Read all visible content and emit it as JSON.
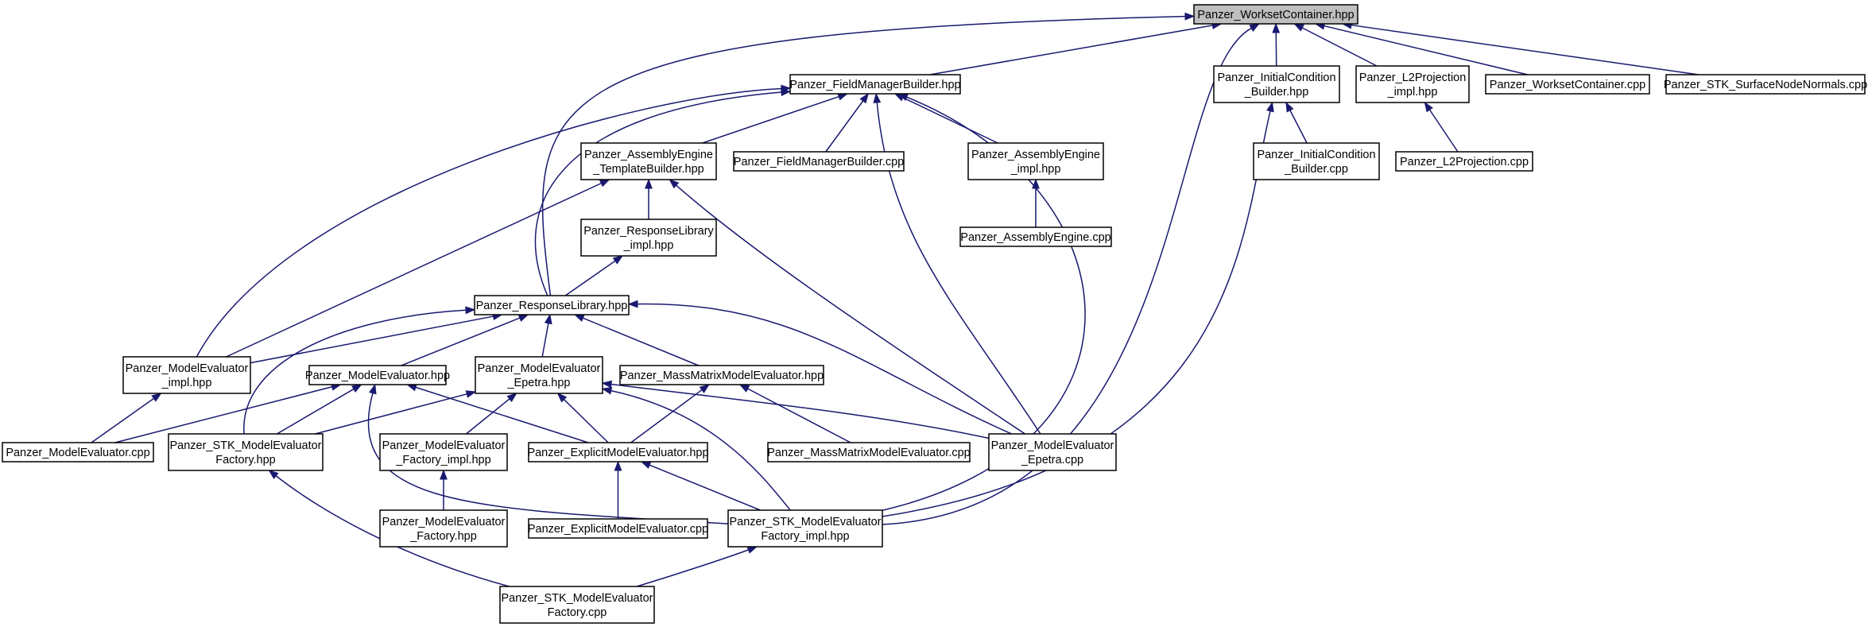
{
  "graph": {
    "kind": "include-dependency-graph",
    "colors": {
      "edge": "#191970",
      "node_border": "#000000",
      "node_fill": "#ffffff",
      "root_fill": "#bfbfbf"
    },
    "nodes": {
      "workset_hpp": {
        "lines": [
          "Panzer_WorksetContainer.hpp"
        ],
        "root": true
      },
      "fmb_hpp": {
        "lines": [
          "Panzer_FieldManagerBuilder.hpp"
        ]
      },
      "initcond_hpp": {
        "lines": [
          "Panzer_InitialCondition",
          "_Builder.hpp"
        ]
      },
      "l2proj_hpp": {
        "lines": [
          "Panzer_L2Projection",
          "_impl.hpp"
        ]
      },
      "workset_cpp": {
        "lines": [
          "Panzer_WorksetContainer.cpp"
        ]
      },
      "stk_surface_cpp": {
        "lines": [
          "Panzer_STK_SurfaceNodeNormals.cpp"
        ]
      },
      "ae_tb_hpp": {
        "lines": [
          "Panzer_AssemblyEngine",
          "_TemplateBuilder.hpp"
        ]
      },
      "fmb_cpp": {
        "lines": [
          "Panzer_FieldManagerBuilder.cpp"
        ]
      },
      "ae_impl_hpp": {
        "lines": [
          "Panzer_AssemblyEngine",
          "_impl.hpp"
        ]
      },
      "initcond_cpp": {
        "lines": [
          "Panzer_InitialCondition",
          "_Builder.cpp"
        ]
      },
      "l2proj_cpp": {
        "lines": [
          "Panzer_L2Projection.cpp"
        ]
      },
      "rl_impl_hpp": {
        "lines": [
          "Panzer_ResponseLibrary",
          "_impl.hpp"
        ]
      },
      "ae_cpp": {
        "lines": [
          "Panzer_AssemblyEngine.cpp"
        ]
      },
      "rl_hpp": {
        "lines": [
          "Panzer_ResponseLibrary.hpp"
        ]
      },
      "me_impl_hpp": {
        "lines": [
          "Panzer_ModelEvaluator",
          "_impl.hpp"
        ]
      },
      "me_hpp": {
        "lines": [
          "Panzer_ModelEvaluator.hpp"
        ]
      },
      "me_epetra_hpp": {
        "lines": [
          "Panzer_ModelEvaluator",
          "_Epetra.hpp"
        ]
      },
      "mm_me_hpp": {
        "lines": [
          "Panzer_MassMatrixModelEvaluator.hpp"
        ]
      },
      "me_cpp": {
        "lines": [
          "Panzer_ModelEvaluator.cpp"
        ]
      },
      "stk_mef_hpp": {
        "lines": [
          "Panzer_STK_ModelEvaluator",
          "Factory.hpp"
        ]
      },
      "mef_impl_hpp": {
        "lines": [
          "Panzer_ModelEvaluator",
          "_Factory_impl.hpp"
        ]
      },
      "eme_hpp": {
        "lines": [
          "Panzer_ExplicitModelEvaluator.hpp"
        ]
      },
      "mm_me_cpp": {
        "lines": [
          "Panzer_MassMatrixModelEvaluator.cpp"
        ]
      },
      "me_epetra_cpp": {
        "lines": [
          "Panzer_ModelEvaluator",
          "_Epetra.cpp"
        ]
      },
      "mef_hpp": {
        "lines": [
          "Panzer_ModelEvaluator",
          "_Factory.hpp"
        ]
      },
      "eme_cpp": {
        "lines": [
          "Panzer_ExplicitModelEvaluator.cpp"
        ]
      },
      "stk_mef_impl_hpp": {
        "lines": [
          "Panzer_STK_ModelEvaluator",
          "Factory_impl.hpp"
        ]
      },
      "stk_mef_cpp": {
        "lines": [
          "Panzer_STK_ModelEvaluator",
          "Factory.cpp"
        ]
      }
    },
    "edges": [
      {
        "from": "fmb_hpp",
        "to": "workset_hpp"
      },
      {
        "from": "initcond_hpp",
        "to": "workset_hpp"
      },
      {
        "from": "l2proj_hpp",
        "to": "workset_hpp"
      },
      {
        "from": "workset_cpp",
        "to": "workset_hpp"
      },
      {
        "from": "stk_surface_cpp",
        "to": "workset_hpp"
      },
      {
        "from": "rl_hpp",
        "to": "workset_hpp"
      },
      {
        "from": "stk_mef_impl_hpp",
        "to": "workset_hpp"
      },
      {
        "from": "ae_tb_hpp",
        "to": "fmb_hpp"
      },
      {
        "from": "fmb_cpp",
        "to": "fmb_hpp"
      },
      {
        "from": "ae_impl_hpp",
        "to": "fmb_hpp"
      },
      {
        "from": "rl_hpp",
        "to": "fmb_hpp"
      },
      {
        "from": "me_impl_hpp",
        "to": "fmb_hpp"
      },
      {
        "from": "me_epetra_cpp",
        "to": "fmb_hpp"
      },
      {
        "from": "stk_mef_impl_hpp",
        "to": "fmb_hpp"
      },
      {
        "from": "initcond_cpp",
        "to": "initcond_hpp"
      },
      {
        "from": "stk_mef_impl_hpp",
        "to": "initcond_hpp"
      },
      {
        "from": "l2proj_cpp",
        "to": "l2proj_hpp"
      },
      {
        "from": "rl_impl_hpp",
        "to": "ae_tb_hpp"
      },
      {
        "from": "me_impl_hpp",
        "to": "ae_tb_hpp"
      },
      {
        "from": "me_epetra_cpp",
        "to": "ae_tb_hpp"
      },
      {
        "from": "ae_cpp",
        "to": "ae_impl_hpp"
      },
      {
        "from": "rl_hpp",
        "to": "rl_impl_hpp"
      },
      {
        "from": "me_impl_hpp",
        "to": "rl_hpp"
      },
      {
        "from": "me_hpp",
        "to": "rl_hpp"
      },
      {
        "from": "me_epetra_hpp",
        "to": "rl_hpp"
      },
      {
        "from": "mm_me_hpp",
        "to": "rl_hpp"
      },
      {
        "from": "stk_mef_hpp",
        "to": "rl_hpp"
      },
      {
        "from": "me_epetra_cpp",
        "to": "rl_hpp"
      },
      {
        "from": "me_cpp",
        "to": "me_impl_hpp"
      },
      {
        "from": "me_cpp",
        "to": "me_hpp"
      },
      {
        "from": "stk_mef_hpp",
        "to": "me_hpp"
      },
      {
        "from": "eme_hpp",
        "to": "me_hpp"
      },
      {
        "from": "stk_mef_impl_hpp",
        "to": "me_hpp"
      },
      {
        "from": "stk_mef_hpp",
        "to": "me_epetra_hpp"
      },
      {
        "from": "mef_impl_hpp",
        "to": "me_epetra_hpp"
      },
      {
        "from": "eme_hpp",
        "to": "me_epetra_hpp"
      },
      {
        "from": "me_epetra_cpp",
        "to": "me_epetra_hpp"
      },
      {
        "from": "stk_mef_impl_hpp",
        "to": "me_epetra_hpp"
      },
      {
        "from": "eme_hpp",
        "to": "mm_me_hpp"
      },
      {
        "from": "mm_me_cpp",
        "to": "mm_me_hpp"
      },
      {
        "from": "mef_hpp",
        "to": "mef_impl_hpp"
      },
      {
        "from": "eme_cpp",
        "to": "eme_hpp"
      },
      {
        "from": "stk_mef_impl_hpp",
        "to": "eme_hpp"
      },
      {
        "from": "stk_mef_cpp",
        "to": "stk_mef_hpp"
      },
      {
        "from": "stk_mef_cpp",
        "to": "stk_mef_impl_hpp"
      }
    ]
  }
}
